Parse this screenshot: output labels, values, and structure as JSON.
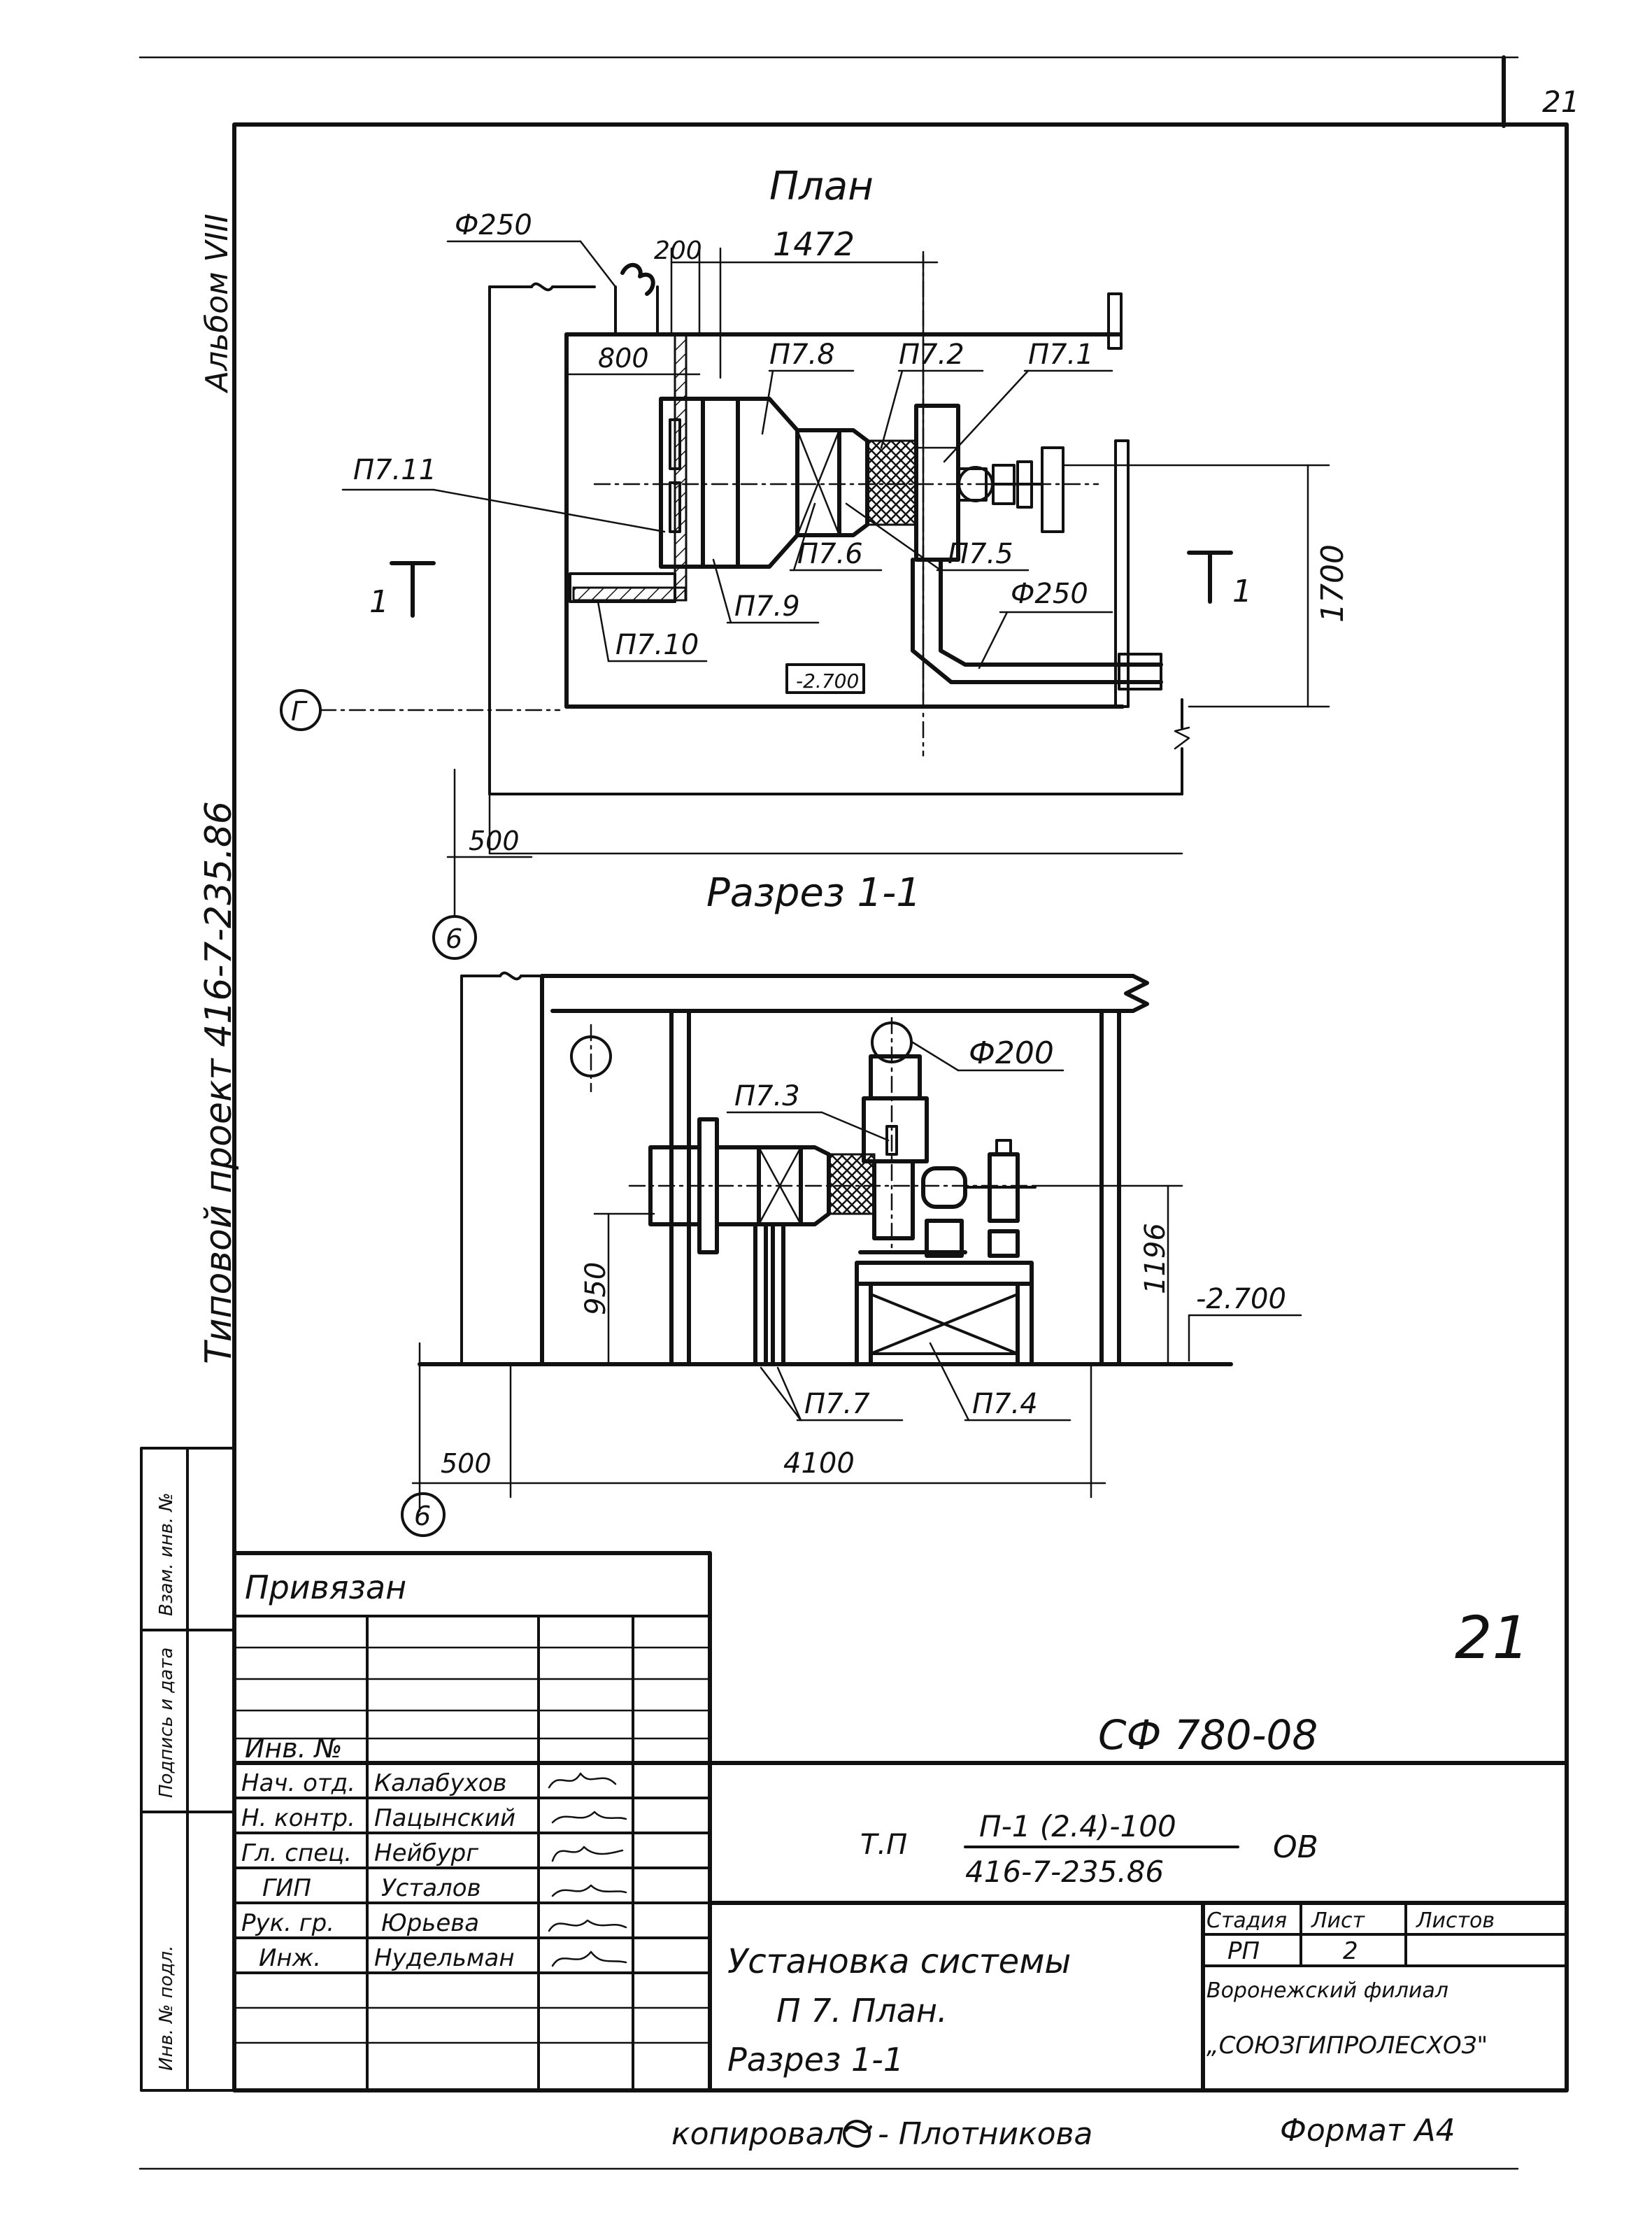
{
  "sheet": {
    "page_number": "21",
    "album": "Альбом VIII",
    "project": "Типовой проект 416-7-235.86",
    "stamp_number": "21",
    "archive_code": "СФ 780-08"
  },
  "plan": {
    "title": "План",
    "dims": {
      "d250_top": "Ф250",
      "d200": "200",
      "d1472": "1472",
      "d800": "800",
      "d1700": "1700",
      "d250_right": "Ф250",
      "level": "-2.700",
      "d500": "500"
    },
    "labels": {
      "p78": "П7.8",
      "p72": "П7.2",
      "p71": "П7.1",
      "p711": "П7.11",
      "p76": "П7.6",
      "p75": "П7.5",
      "p79": "П7.9",
      "p710": "П7.10"
    },
    "section_mark": "1",
    "axis_g": "Г",
    "axis_6": "6"
  },
  "section": {
    "title": "Разрез 1-1",
    "dims": {
      "d200": "Ф200",
      "d950": "950",
      "d1196": "1196",
      "level": "-2.700",
      "d500": "500",
      "d4100": "4100"
    },
    "labels": {
      "p73": "П7.3",
      "p77": "П7.7",
      "p74": "П7.4"
    },
    "axis_6": "6"
  },
  "side_stamp": {
    "col1": "Инв. № подл.",
    "col2": "Подпись и дата",
    "col3": "Взам. инв. №"
  },
  "title_block": {
    "attached": "Привязан",
    "inv_no": "Инв. №",
    "staff": [
      {
        "role": "Нач. отд.",
        "name": "Калабухов"
      },
      {
        "role": "Н. контр.",
        "name": "Пацынский"
      },
      {
        "role": "Гл. спец.",
        "name": "Нейбург"
      },
      {
        "role": "ГИП",
        "name": "Усталов"
      },
      {
        "role": "Рук. гр.",
        "name": "Юрьева"
      },
      {
        "role": "Инж.",
        "name": "Нудельман"
      }
    ],
    "doc_prefix": "Т.П",
    "doc_code_top": "П-1 (2.4)-100",
    "doc_code_bottom": "416-7-235.86",
    "doc_mark": "ОВ",
    "desc_line1": "Установка системы",
    "desc_line2": "П 7.   План.",
    "desc_line3": "Разрез 1-1",
    "stage_label": "Стадия",
    "sheet_label": "Лист",
    "sheets_label": "Листов",
    "stage_value": "РП",
    "sheet_value": "2",
    "org_line1": "Воронежский филиал",
    "org_line2": "„СОЮЗГИПРОЛЕСХОЗ\""
  },
  "footer": {
    "copied": "копировал",
    "copier": "- Плотникова",
    "format": "Формат А4"
  }
}
